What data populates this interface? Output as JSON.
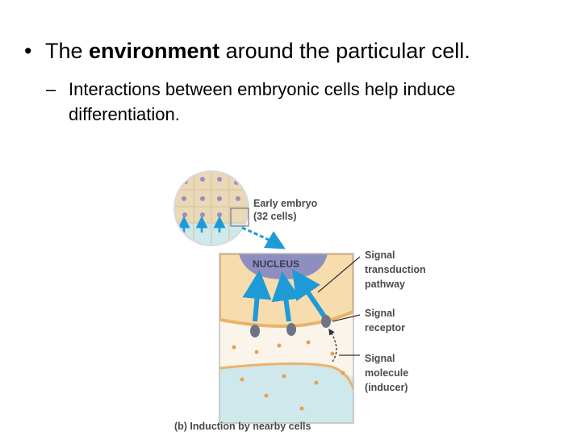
{
  "slide": {
    "bullet": {
      "marker": "•",
      "text_before": "The ",
      "text_bold": "environment",
      "text_after": " around the particular cell."
    },
    "sub_bullet": {
      "marker": "–",
      "line1": "Interactions between embryonic cells help induce",
      "line2": "differentiation."
    }
  },
  "figure": {
    "embryo_label_line1": "Early embryo",
    "embryo_label_line2": "(32 cells)",
    "nucleus_label": "NUCLEUS",
    "signal_transduction_line1": "Signal",
    "signal_transduction_line2": "transduction",
    "signal_transduction_line3": "pathway",
    "signal_receptor_line1": "Signal",
    "signal_receptor_line2": "receptor",
    "signal_molecule_line1": "Signal",
    "signal_molecule_line2": "molecule",
    "signal_molecule_line3": "(inducer)",
    "caption": "(b) Induction by nearby cells",
    "colors": {
      "cell_fill": "#f7dcae",
      "cell_membrane": "#e8b46a",
      "nucleus": "#8f8fbf",
      "arrow_blue": "#1e9bd7",
      "lower_cell": "#cfe8ec",
      "inducer_dot": "#e8a04c",
      "receptor": "#6f7385"
    }
  }
}
